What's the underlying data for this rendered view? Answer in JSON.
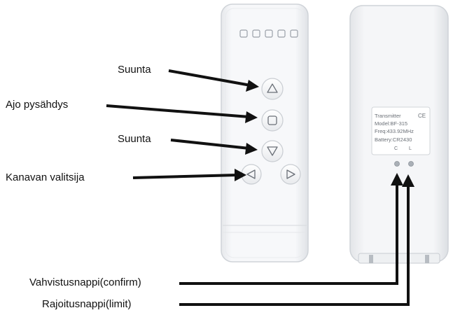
{
  "labels": {
    "direction_up": "Suunta",
    "stop": "Ajo pysähdys",
    "direction_down": "Suunta",
    "channel_selector": "Kanavan valitsija",
    "confirm_button": "Vahvistusnappi(confirm)",
    "limit_button": "Rajoitusnappi(limit)"
  },
  "back_label": {
    "line1": "Transmitter",
    "line2": "Model:BF-315",
    "line3": "Freq:433.92MHz",
    "line4": "Battery:CR2430",
    "ce_mark": "CE",
    "c_marker": "C",
    "l_marker": "L"
  },
  "colors": {
    "remote_body": "#f4f5f7",
    "remote_outline": "#d3d6da",
    "icon_stroke": "#6b7078",
    "arrow": "#111111"
  },
  "icons": {
    "up": "triangle-up-icon",
    "stop": "square-icon",
    "down": "triangle-down-icon",
    "left": "triangle-left-icon",
    "right": "triangle-right-icon"
  }
}
